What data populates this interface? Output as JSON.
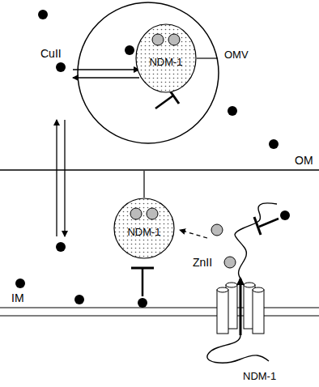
{
  "diagram": {
    "nodes": [
      {
        "text": [
          "OMV"
        ]
      },
      {
        "text": [
          "NDM-1"
        ],
        "in": 0
      },
      {
        "text": [
          "NDM-1"
        ]
      }
    ],
    "edges": [
      {
        "from": 1,
        "to": 0,
        "arrow": "none"
      }
    ],
    "labels": [
      "CuII",
      "OM",
      "ZnII",
      "IM",
      "NDM-1"
    ]
  }
}
